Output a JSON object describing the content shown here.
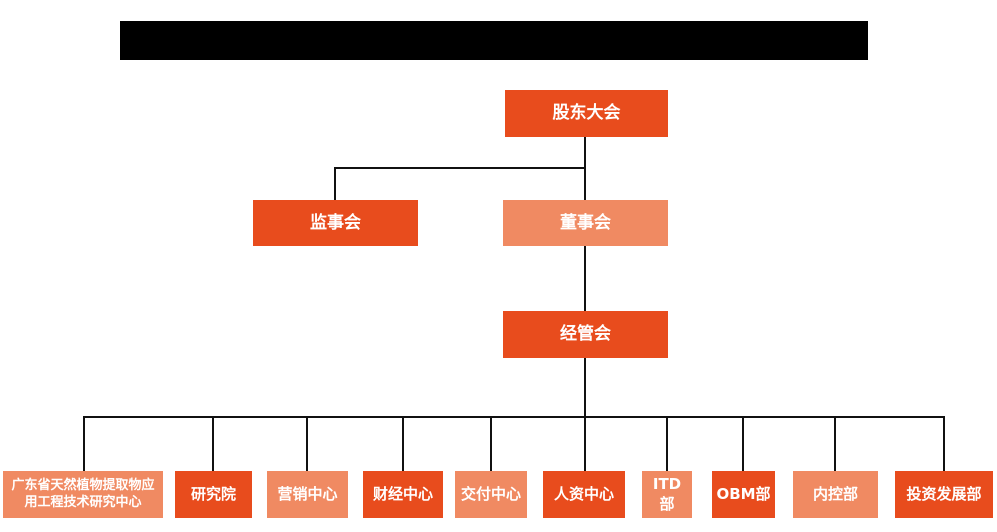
{
  "colors": {
    "node_dark": "#E84C1D",
    "node_light": "#F08A62",
    "node_text": "#FFFFFF",
    "connector": "#111111",
    "title_bar": "#000000",
    "background": "#FFFFFF"
  },
  "org": {
    "shareholders": {
      "label": "股东大会",
      "tone": "dark"
    },
    "supervisors": {
      "label": "监事会",
      "tone": "dark"
    },
    "directors": {
      "label": "董事会",
      "tone": "light"
    },
    "management": {
      "label": "经管会",
      "tone": "dark"
    },
    "departments": [
      {
        "label": "广东省天然植物提取物应用工程技术研究中心",
        "tone": "light"
      },
      {
        "label": "研究院",
        "tone": "dark"
      },
      {
        "label": "营销中心",
        "tone": "light"
      },
      {
        "label": "财经中心",
        "tone": "dark"
      },
      {
        "label": "交付中心",
        "tone": "light"
      },
      {
        "label": "人资中心",
        "tone": "dark"
      },
      {
        "label": "ITD部",
        "tone": "light"
      },
      {
        "label": "OBM部",
        "tone": "dark"
      },
      {
        "label": "内控部",
        "tone": "light"
      },
      {
        "label": "投资发展部",
        "tone": "dark"
      }
    ]
  }
}
